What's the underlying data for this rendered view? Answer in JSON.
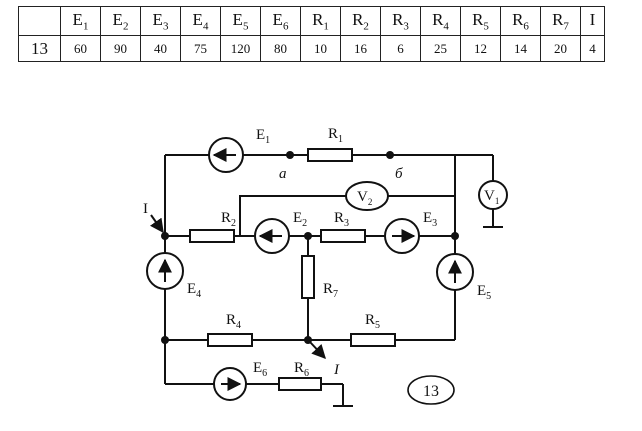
{
  "table": {
    "headers": [
      {
        "base": "",
        "sub": ""
      },
      {
        "base": "E",
        "sub": "1"
      },
      {
        "base": "E",
        "sub": "2"
      },
      {
        "base": "E",
        "sub": "3"
      },
      {
        "base": "E",
        "sub": "4"
      },
      {
        "base": "E",
        "sub": "5"
      },
      {
        "base": "E",
        "sub": "6"
      },
      {
        "base": "R",
        "sub": "1"
      },
      {
        "base": "R",
        "sub": "2"
      },
      {
        "base": "R",
        "sub": "3"
      },
      {
        "base": "R",
        "sub": "4"
      },
      {
        "base": "R",
        "sub": "5"
      },
      {
        "base": "R",
        "sub": "6"
      },
      {
        "base": "R",
        "sub": "7"
      },
      {
        "base": "I",
        "sub": ""
      }
    ],
    "row": [
      "13",
      "60",
      "90",
      "40",
      "75",
      "120",
      "80",
      "10",
      "16",
      "6",
      "25",
      "12",
      "14",
      "20",
      "4"
    ]
  },
  "circuit": {
    "labels": {
      "E1": {
        "base": "E",
        "sub": "1"
      },
      "E2": {
        "base": "E",
        "sub": "2"
      },
      "E3": {
        "base": "E",
        "sub": "3"
      },
      "E4": {
        "base": "E",
        "sub": "4"
      },
      "E5": {
        "base": "E",
        "sub": "5"
      },
      "E6": {
        "base": "E",
        "sub": "6"
      },
      "R1": {
        "base": "R",
        "sub": "1"
      },
      "R2": {
        "base": "R",
        "sub": "2"
      },
      "R3": {
        "base": "R",
        "sub": "3"
      },
      "R4": {
        "base": "R",
        "sub": "4"
      },
      "R5": {
        "base": "R",
        "sub": "5"
      },
      "R6": {
        "base": "R",
        "sub": "6"
      },
      "R7": {
        "base": "R",
        "sub": "7"
      },
      "V1": {
        "base": "V",
        "sub": "1"
      },
      "V2": {
        "base": "V",
        "sub": "2"
      },
      "node_a": "a",
      "node_b": "б",
      "current_in": "I",
      "current_out": "I",
      "variant_badge": "13"
    }
  }
}
